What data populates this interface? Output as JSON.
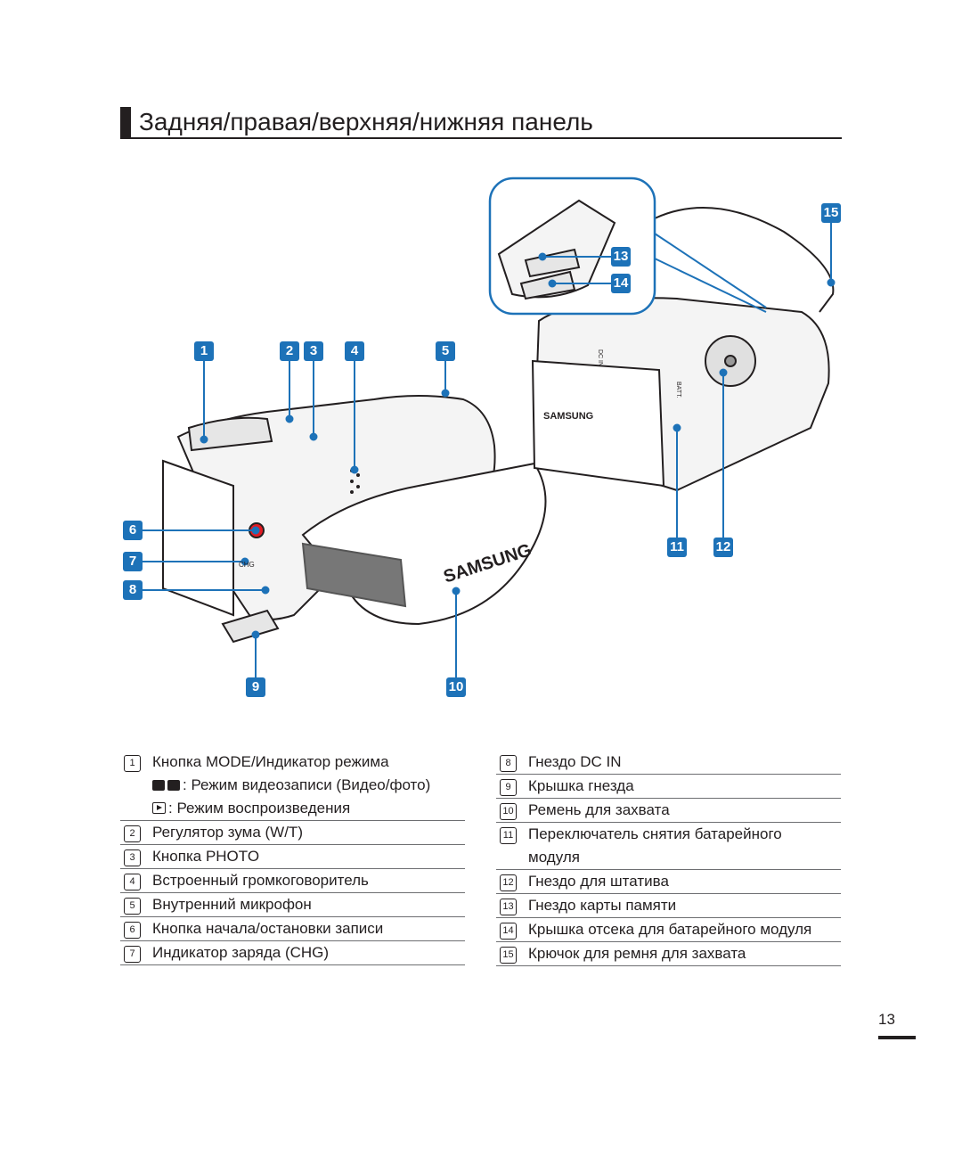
{
  "page": {
    "title": "Задняя/правая/верхняя/нижняя панель",
    "page_number": "13"
  },
  "figure": {
    "callouts": [
      "1",
      "2",
      "3",
      "4",
      "5",
      "6",
      "7",
      "8",
      "9",
      "10",
      "11",
      "12",
      "13",
      "14",
      "15"
    ],
    "brand_text": "SAMSUNG",
    "label_chg": "CHG",
    "label_dc_in": "DC IN",
    "label_batt": "BATT."
  },
  "legend_left": [
    {
      "num": "1",
      "text": "Кнопка MODE/Индикатор режима"
    },
    {
      "num": "",
      "text": ": Режим видеозаписи (Видео/фото)",
      "icon": "camcorder-photo-icon"
    },
    {
      "num": "",
      "text": ": Режим воспроизведения",
      "icon": "playback-icon"
    },
    {
      "num": "2",
      "text": "Регулятор зума (W/T)"
    },
    {
      "num": "3",
      "text": "Кнопка PHOTO"
    },
    {
      "num": "4",
      "text": "Встроенный громкоговоритель"
    },
    {
      "num": "5",
      "text": "Внутренний микрофон"
    },
    {
      "num": "6",
      "text": "Кнопка начала/остановки записи"
    },
    {
      "num": "7",
      "text": "Индикатор заряда (CHG)"
    }
  ],
  "legend_right": [
    {
      "num": "8",
      "text": "Гнездо DC IN"
    },
    {
      "num": "9",
      "text": "Крышка гнезда"
    },
    {
      "num": "10",
      "text": "Ремень для захвата"
    },
    {
      "num": "11",
      "text": "Переключатель снятия батарейного"
    },
    {
      "num": "",
      "text": "модуля"
    },
    {
      "num": "12",
      "text": "Гнездо для штатива"
    },
    {
      "num": "13",
      "text": "Гнездо карты памяти"
    },
    {
      "num": "14",
      "text": "Крышка отсека для батарейного модуля"
    },
    {
      "num": "15",
      "text": "Крючок для ремня для захвата"
    }
  ],
  "colors": {
    "accent": "#1d72b8",
    "text": "#231f20",
    "record": "#e21b23"
  }
}
